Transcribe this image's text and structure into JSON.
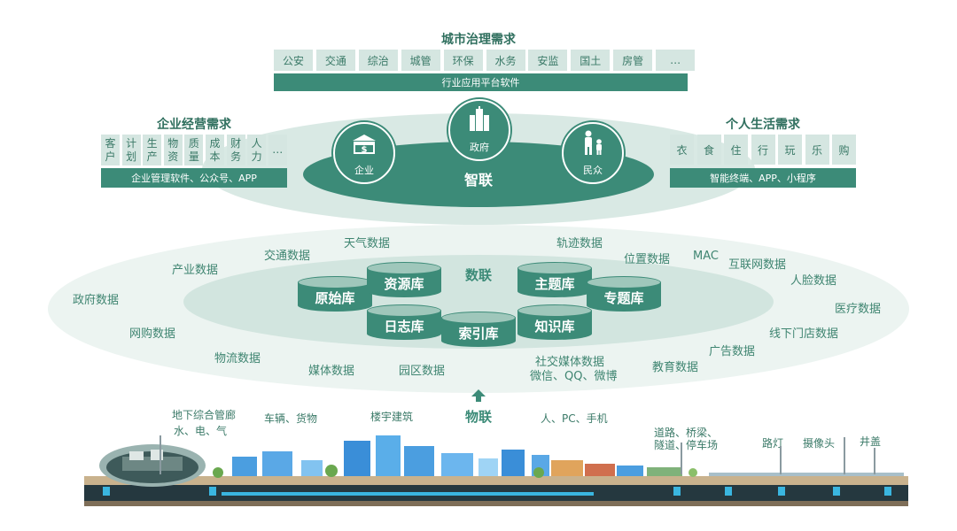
{
  "city": {
    "title": "城市治理需求",
    "items": [
      "公安",
      "交通",
      "综治",
      "城管",
      "环保",
      "水务",
      "安监",
      "国土",
      "房管",
      "…"
    ],
    "bar": "行业应用平台软件"
  },
  "enterprise": {
    "title": "企业经营需求",
    "items": [
      "客户",
      "计划",
      "生产",
      "物资",
      "质量",
      "成本",
      "财务",
      "人力",
      "…"
    ],
    "bar": "企业管理软件、公众号、APP"
  },
  "personal": {
    "title": "个人生活需求",
    "items": [
      "衣",
      "食",
      "住",
      "行",
      "玩",
      "乐",
      "购"
    ],
    "bar": "智能终端、APP、小程序"
  },
  "zhilian": {
    "label": "智联",
    "nodes": [
      {
        "label": "企业",
        "icon": "bank-icon"
      },
      {
        "label": "政府",
        "icon": "building-icon"
      },
      {
        "label": "民众",
        "icon": "family-icon"
      }
    ]
  },
  "shulian": {
    "label": "数联",
    "databases": [
      "原始库",
      "资源库",
      "日志库",
      "索引库",
      "主题库",
      "专题库",
      "知识库"
    ],
    "data_labels": [
      "天气数据",
      "交通数据",
      "产业数据",
      "政府数据",
      "网购数据",
      "物流数据",
      "媒体数据",
      "园区数据",
      "轨迹数据",
      "位置数据",
      "MAC",
      "互联网数据",
      "人脸数据",
      "医疗数据",
      "线下门店数据",
      "广告数据",
      "教育数据",
      "社交媒体数据",
      "微信、QQ、微博"
    ]
  },
  "wulian": {
    "label": "物联",
    "labels": [
      "地下综合管廊",
      "水、电、气",
      "车辆、货物",
      "楼宇建筑",
      "人、PC、手机",
      "道路、桥梁、",
      "隧道、停车场",
      "路灯",
      "摄像头",
      "井盖"
    ]
  },
  "colors": {
    "primary": "#3c8b78",
    "light": "#d5e6e1",
    "text": "#3b7a68"
  }
}
